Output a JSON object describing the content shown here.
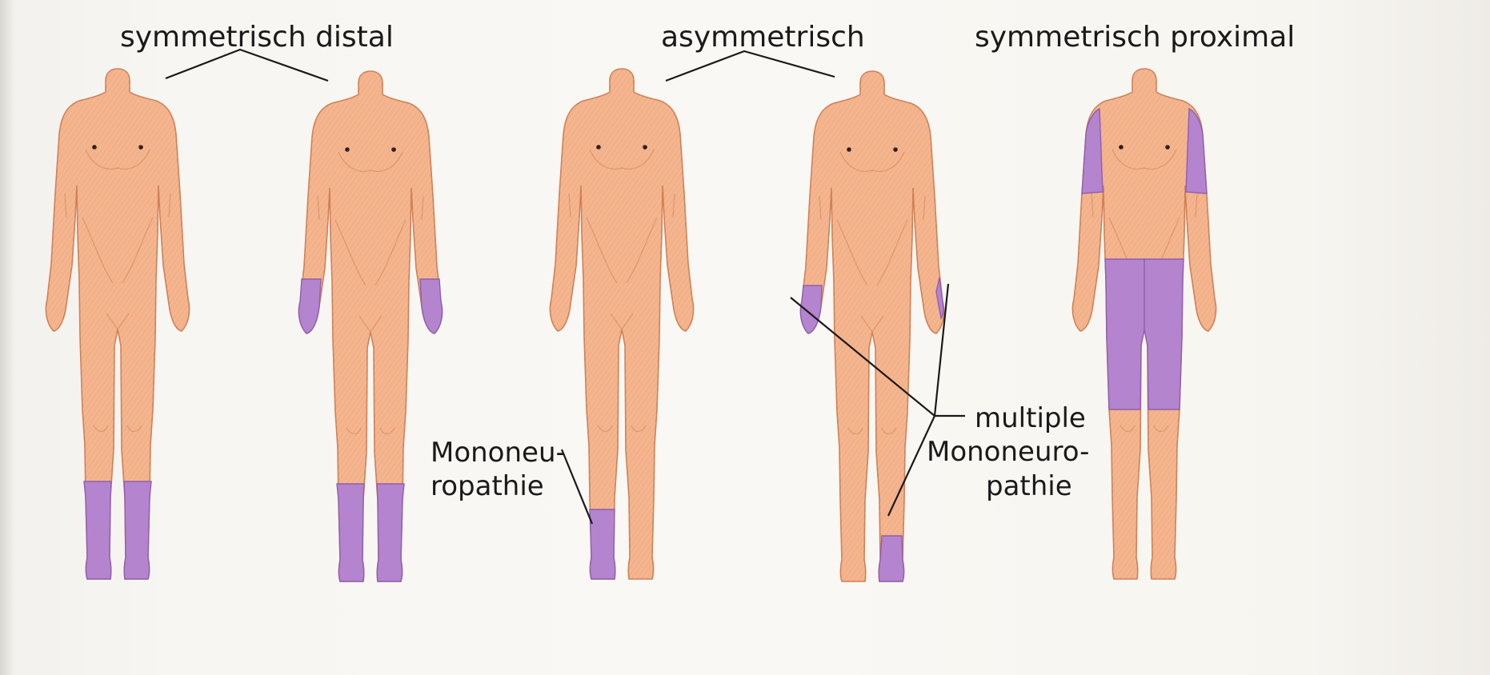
{
  "headings": {
    "symmetric_distal": "symmetrisch distal",
    "asymmetric": "asymmetrisch",
    "symmetric_proximal": "symmetrisch proximal"
  },
  "callouts": {
    "mononeuropathy_line1": "Mononeu-",
    "mononeuropathy_line2": "ropathie",
    "multiple_line1": "multiple",
    "multiple_line2": "Mononeuro-",
    "multiple_line3": "pathie"
  },
  "colors": {
    "skin": "#f3b189",
    "skin_edge": "#cf7f56",
    "affected": "#b484cf",
    "affected_edge": "#8f5fae",
    "line": "#1a1a1a",
    "background": "#f8f6f2"
  },
  "figures": [
    {
      "name": "figure-1",
      "pattern": "symmetrisch distal",
      "affected": [
        "left-lower-leg",
        "right-lower-leg"
      ]
    },
    {
      "name": "figure-2",
      "pattern": "symmetrisch distal",
      "affected": [
        "left-lower-leg",
        "right-lower-leg",
        "left-hand",
        "right-hand"
      ]
    },
    {
      "name": "figure-3",
      "pattern": "asymmetrisch",
      "affected": [
        "right-foot"
      ]
    },
    {
      "name": "figure-4",
      "pattern": "asymmetrisch",
      "affected": [
        "right-hand",
        "left-hand",
        "left-foot"
      ]
    },
    {
      "name": "figure-5",
      "pattern": "symmetrisch proximal",
      "affected": [
        "left-upper-arm",
        "right-upper-arm",
        "left-thigh",
        "right-thigh"
      ]
    }
  ]
}
